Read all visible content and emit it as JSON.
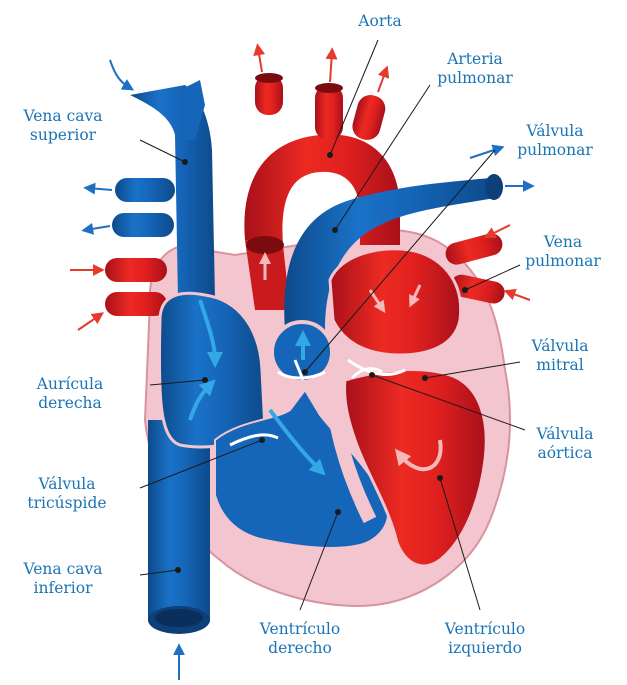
{
  "labels": {
    "aorta": [
      "Aorta"
    ],
    "arteria_pulmonar": [
      "Arteria",
      "pulmonar"
    ],
    "vena_cava_superior": [
      "Vena cava",
      "superior"
    ],
    "valvula_pulmonar": [
      "Válvula",
      "pulmonar"
    ],
    "vena_pulmonar": [
      "Vena",
      "pulmonar"
    ],
    "auricula_derecha": [
      "Aurícula",
      "derecha"
    ],
    "valvula_mitral": [
      "Válvula",
      "mitral"
    ],
    "valvula_aortica": [
      "Válvula",
      "aórtica"
    ],
    "valvula_tricuspide": [
      "Válvula",
      "tricúspide"
    ],
    "vena_cava_inferior": [
      "Vena cava",
      "inferior"
    ],
    "ventriculo_derecho": [
      "Ventrículo",
      "derecho"
    ],
    "ventriculo_izquierdo": [
      "Ventrículo",
      "izquierdo"
    ]
  },
  "colors": {
    "label_text": "#1a74b5",
    "blood_blue": "#1565b8",
    "blood_blue_dark": "#0d4a8a",
    "blood_red": "#e0201f",
    "blood_red_dark": "#a8101a",
    "heart_wall": "#f2c5cf",
    "heart_wall_edge": "#d9939f",
    "arrow_red": "#e63a2e",
    "arrow_blue": "#1f6fc4",
    "flow_arrow": "#34a7e6"
  }
}
